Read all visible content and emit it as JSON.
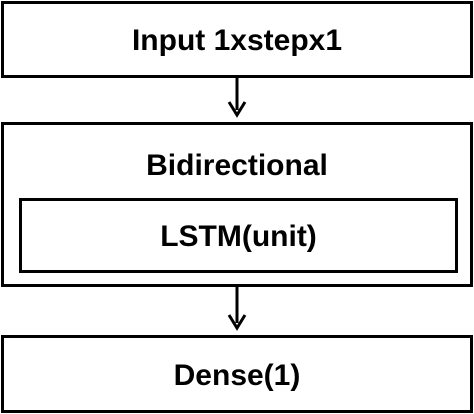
{
  "diagram": {
    "input_label": "Input 1xstepx1",
    "bidirectional_label": "Bidirectional",
    "lstm_label": "LSTM(unit)",
    "dense_label": "Dense(1)"
  }
}
